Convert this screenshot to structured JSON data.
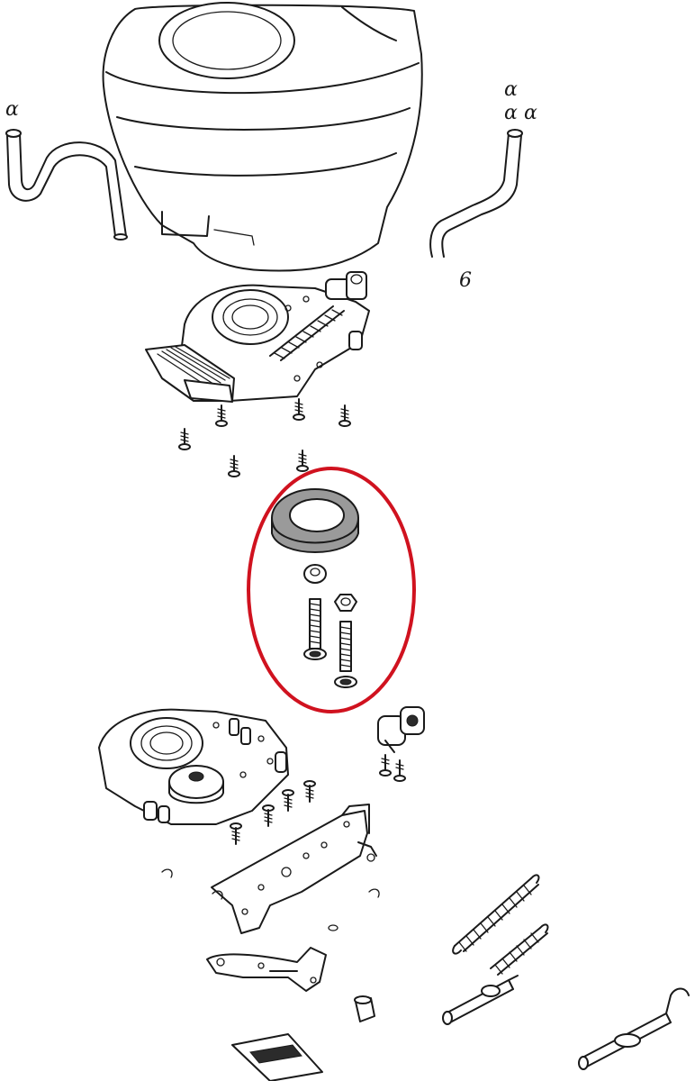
{
  "callouts": {
    "left_tube": "ɑ",
    "right_tube_1": "ɑ",
    "right_tube_2": "ɑ",
    "right_tube_3": "ɑ",
    "bottom_tube": "6"
  },
  "colors": {
    "highlight": "#d0121f",
    "line": "#1a1a1a",
    "background": "#ffffff"
  }
}
